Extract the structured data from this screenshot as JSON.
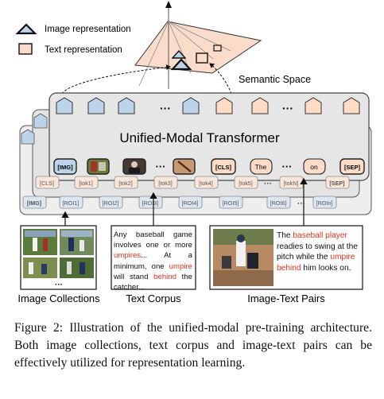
{
  "legend": {
    "image_label": "Image representation",
    "text_label": "Text representation"
  },
  "semantic_space": {
    "label": "Semantic Space"
  },
  "transformer": {
    "title": "Unified-Modal Transformer",
    "ellipsis": "···",
    "top_tokens": [
      "[IMG]",
      "[CLS]",
      "The",
      "on",
      "[SEP]"
    ]
  },
  "text_row": [
    "[CLS]",
    "[tok1]",
    "[tok2]",
    "[tok3]",
    "[tok4]",
    "[tok5]",
    "···",
    "[tokN]",
    "[SEP]"
  ],
  "img_row": [
    "[IMG]",
    "[ROI1]",
    "[ROI2]",
    "[ROI3]",
    "[ROI4]",
    "[ROI5]",
    "[ROI6]",
    "···",
    "[ROIn]"
  ],
  "inputs": {
    "collection_label": "Image Collections",
    "corpus_label": "Text Corpus",
    "pairs_label": "Image-Text Pairs",
    "corpus_ellipsis": "···",
    "corpus": {
      "p1": "Any baseball game involves one or more ",
      "p2": "umpires",
      "p3": "... At a minimum, one ",
      "p4": "umpire",
      "p5": " will stand ",
      "p6": "behind",
      "p7": " the catcher..."
    },
    "pair": {
      "p1": "The ",
      "p2": "baseball player",
      "p3": " readies to swing at the pitch while the ",
      "p4": "umpire behind",
      "p5": " him looks on."
    }
  },
  "caption": "Figure 2: Illustration of the unified-modal pre-training architecture. Both image collections, text corpus and image-text pairs can be effectively utilized for representation learning.",
  "colors": {
    "image_fill": "#bcd3ea",
    "text_fill": "#fcdcc7",
    "plane_fill": "#fbdccb",
    "panel_fill": "#e8e8e8",
    "highlight": "#e8331e"
  }
}
